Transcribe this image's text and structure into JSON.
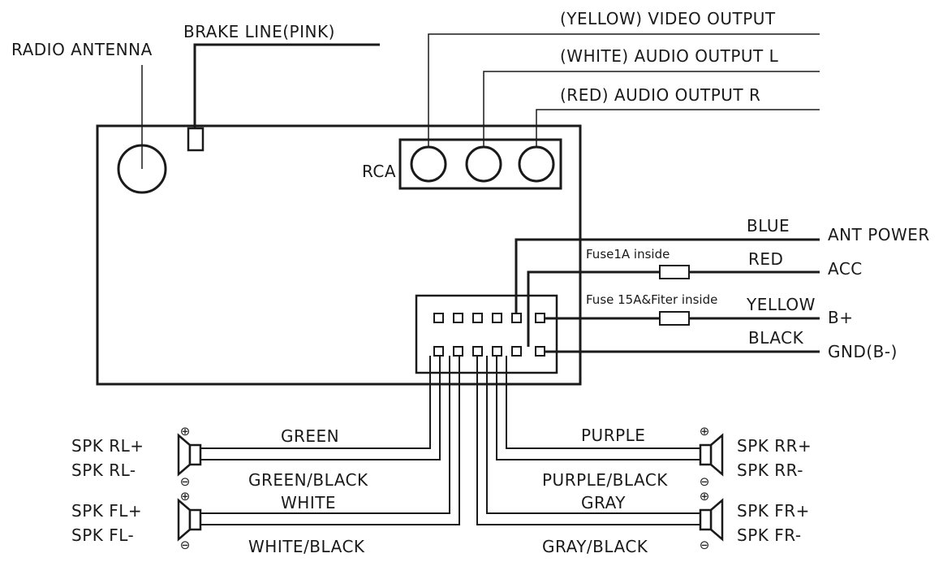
{
  "labels": {
    "radio_antenna": "RADIO ANTENNA",
    "brake_line": "BRAKE LINE(PINK)",
    "video_output": "(YELLOW) VIDEO OUTPUT",
    "audio_output_l": "(WHITE) AUDIO OUTPUT L",
    "audio_output_r": "(RED) AUDIO OUTPUT R",
    "rca": "RCA",
    "blue": "BLUE",
    "ant_power": "ANT POWER",
    "fuse1": "Fuse1A inside",
    "red": "RED",
    "acc": "ACC",
    "fuse2": "Fuse 15A&Fiter inside",
    "yellow": "YELLOW",
    "b_plus": "B+",
    "black": "BLACK",
    "gnd": "GND(B-)",
    "green": "GREEN",
    "green_black": "GREEN/BLACK",
    "white": "WHITE",
    "white_black": "WHITE/BLACK",
    "purple": "PURPLE",
    "purple_black": "PURPLE/BLACK",
    "gray": "GRAY",
    "gray_black": "GRAY/BLACK",
    "spk_rl_plus": "SPK RL+",
    "spk_rl_minus": "SPK RL-",
    "spk_fl_plus": "SPK FL+",
    "spk_fl_minus": "SPK FL-",
    "spk_rr_plus": "SPK RR+",
    "spk_rr_minus": "SPK RR-",
    "spk_fr_plus": "SPK FR+",
    "spk_fr_minus": "SPK FR-"
  },
  "polarity": {
    "plus": "⊕",
    "minus": "⊖"
  }
}
